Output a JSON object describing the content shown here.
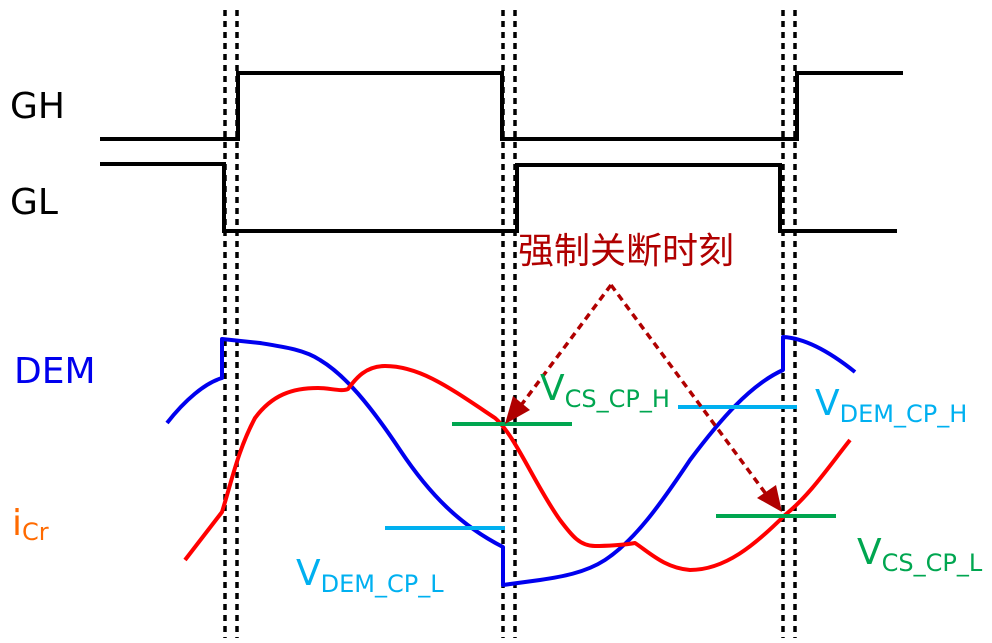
{
  "labels": {
    "gh": "GH",
    "gl": "GL",
    "dem": "DEM",
    "icr_main": "i",
    "icr_sub": "Cr",
    "annotation": "强制关断时刻",
    "vcs_cp_h_main": "V",
    "vcs_cp_h_sub": "CS_CP_H",
    "vdem_cp_h_main": "V",
    "vdem_cp_h_sub": "DEM_CP_H",
    "vdem_cp_l_main": "V",
    "vdem_cp_l_sub": "DEM_CP_L",
    "vcs_cp_l_main": "V",
    "vcs_cp_l_sub": "CS_CP_L"
  },
  "colors": {
    "gate": "#000000",
    "dem": "#0000ee",
    "icr": "#ff0000",
    "icr_label": "#ff6a00",
    "dem_threshold": "#00b0f0",
    "cs_threshold": "#00a650",
    "annotation": "#b00000"
  }
}
